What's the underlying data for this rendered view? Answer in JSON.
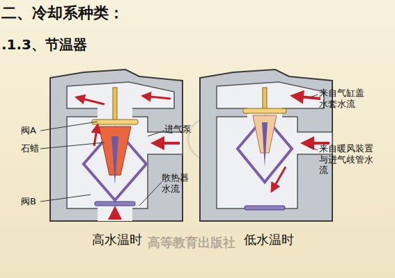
{
  "diagram": {
    "title": "二、冷却系种类：",
    "labels": [
      ".1.3、节温器",
      "阀A",
      "石蜡",
      "阀B",
      "进气泵",
      "散热器 水流",
      "来自气缸盖 水套水流",
      "来自暖风装置 与进气歧管水 流",
      "高水温时",
      "低水温时",
      "高等教育出版社"
    ]
  }
}
